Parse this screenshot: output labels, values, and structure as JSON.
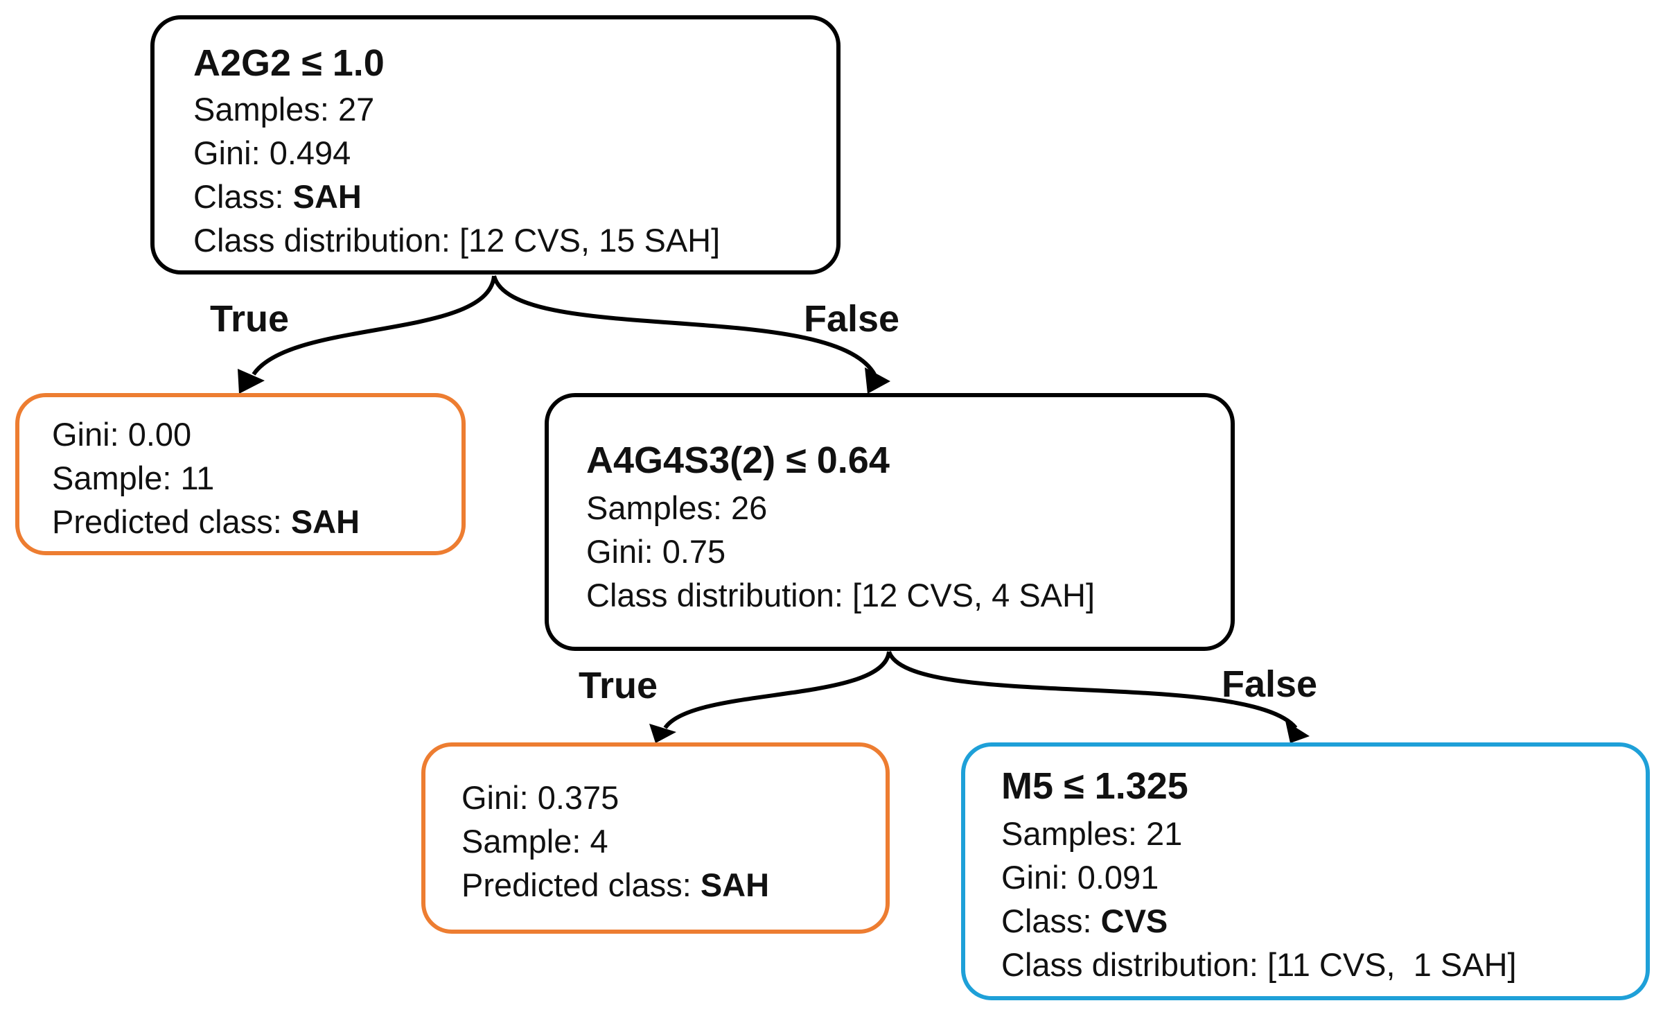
{
  "colors": {
    "decision_border": "#000000",
    "leaf_border": "#ed7d31",
    "highlight_border": "#1ea0d8"
  },
  "nodes": {
    "root": {
      "title": "A2G2 ≤ 1.0",
      "samples": "Samples: 27",
      "gini": "Gini: 0.494",
      "class_label": "Class: ",
      "class_value": "SAH",
      "distribution": "Class distribution: [12 CVS, 15 SAH]"
    },
    "leaf_left": {
      "gini": "Gini: 0.00",
      "sample": "Sample: 11",
      "class_label": "Predicted class: ",
      "class_value": "SAH"
    },
    "split_a4g4s3": {
      "title": "A4G4S3(2) ≤ 0.64",
      "samples": "Samples: 26",
      "gini": "Gini: 0.75",
      "distribution": "Class distribution: [12 CVS, 4 SAH]"
    },
    "leaf_middle": {
      "gini": "Gini: 0.375",
      "sample": "Sample: 4",
      "class_label": "Predicted class: ",
      "class_value": "SAH"
    },
    "split_m5": {
      "title": "M5 ≤ 1.325",
      "samples": "Samples: 21",
      "gini": "Gini: 0.091",
      "class_label": "Class: ",
      "class_value": "CVS",
      "distribution": "Class distribution: [11 CVS,  1 SAH]"
    }
  },
  "edges": {
    "root_true": "True",
    "root_false": "False",
    "split_true": "True",
    "split_false": "False"
  }
}
